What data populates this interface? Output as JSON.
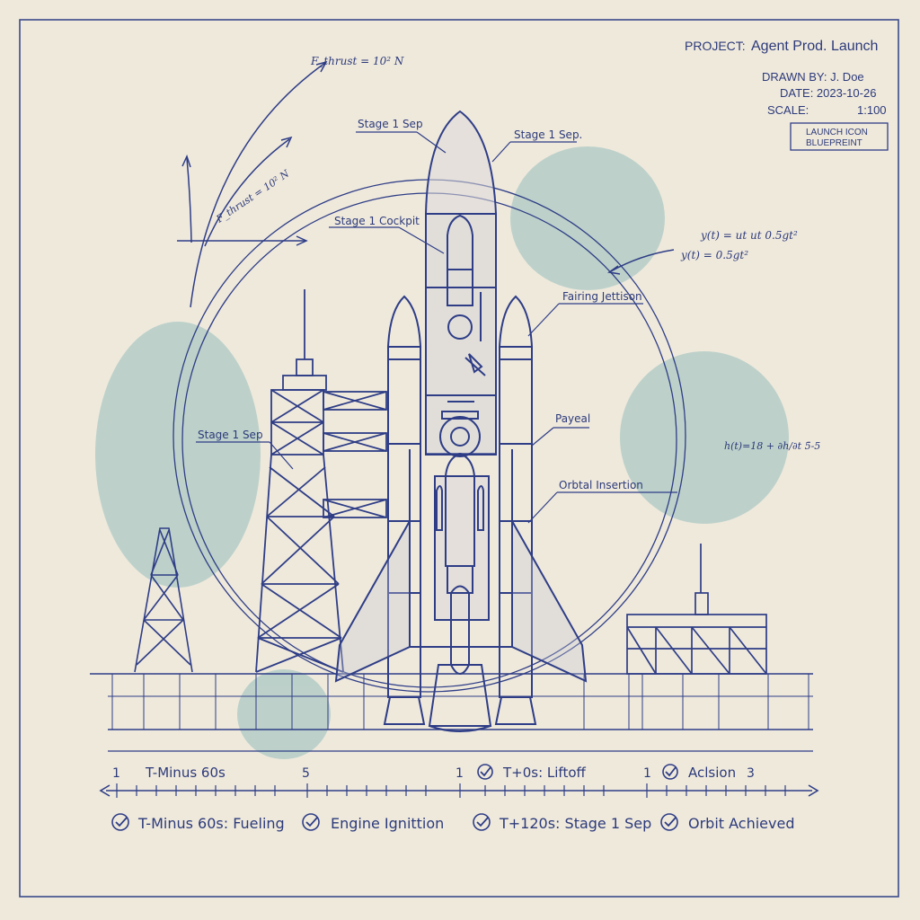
{
  "title_block": {
    "project_label": "PROJECT:",
    "project_name": "Agent Prod. Launch",
    "drawn_by": "DRAWN BY: J. Doe",
    "date": "DATE: 2023-10-26",
    "scale_label": "SCALE:",
    "scale_value": "1:100",
    "stamp_line1": "LAUNCH ICON",
    "stamp_line2": "BLUEPREINT"
  },
  "annotations": {
    "thrust_top": "F_thrust = 10² N",
    "thrust_left": "F_thrust = 10² N",
    "eq_top": "y(t) = ut ut 0.5gt²",
    "eq_bottom": "y(t) = 0.5gt²",
    "eq_right": "h(t)=18 + ∂h/∂t  5̄-5"
  },
  "labels": {
    "stage1_sep_top": "Stage 1 Sep",
    "stage1_sep_right": "Stage 1 Sep.",
    "stage1_cockpit": "Stage 1 Cockpit",
    "fairing": "Fairing Jettison",
    "payload": "Payeal",
    "orbital": "Orbtal Insertion",
    "stage1_sep_left": "Stage 1 Sep"
  },
  "timeline": {
    "top_marks": [
      {
        "id": "n1",
        "text": "1"
      },
      {
        "id": "tm60",
        "text": "T-Minus 60s"
      },
      {
        "id": "n5",
        "text": "5"
      },
      {
        "id": "n1b",
        "text": "1"
      },
      {
        "id": "liftoff",
        "text": "T+0s: Liftoff"
      },
      {
        "id": "n1c",
        "text": "1"
      },
      {
        "id": "acision",
        "text": "Aclsion"
      },
      {
        "id": "n3",
        "text": "3"
      }
    ],
    "milestones": [
      {
        "id": "fueling",
        "text": "T-Minus 60s: Fueling"
      },
      {
        "id": "ignition",
        "text": "Engine Ignittion"
      },
      {
        "id": "stage_sep",
        "text": "T+120s: Stage 1 Sep"
      },
      {
        "id": "orbit",
        "text": "Orbit Achieved"
      }
    ]
  },
  "colors": {
    "paper": "#efe9dc",
    "ink": "#2e3d86",
    "wash": "#a9c7c4"
  }
}
